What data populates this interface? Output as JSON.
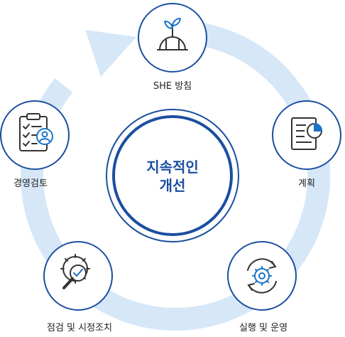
{
  "center": {
    "line1": "지속적인",
    "line2": "개선"
  },
  "nodes": [
    {
      "label": "SHE 방침",
      "icon": "hardhat-sprout-icon"
    },
    {
      "label": "계획",
      "icon": "document-piechart-icon"
    },
    {
      "label": "실행 및 운영",
      "icon": "gear-cycle-icon"
    },
    {
      "label": "점검 및 시정조치",
      "icon": "gear-magnifier-icon"
    },
    {
      "label": "경영검토",
      "icon": "clipboard-person-icon"
    }
  ],
  "colors": {
    "arrow_ring": "#d6e7f8",
    "node_border": "#1a4fa0",
    "center_text": "#1a4fa0",
    "icon_stroke": "#333333",
    "icon_accent": "#1a73c9"
  }
}
